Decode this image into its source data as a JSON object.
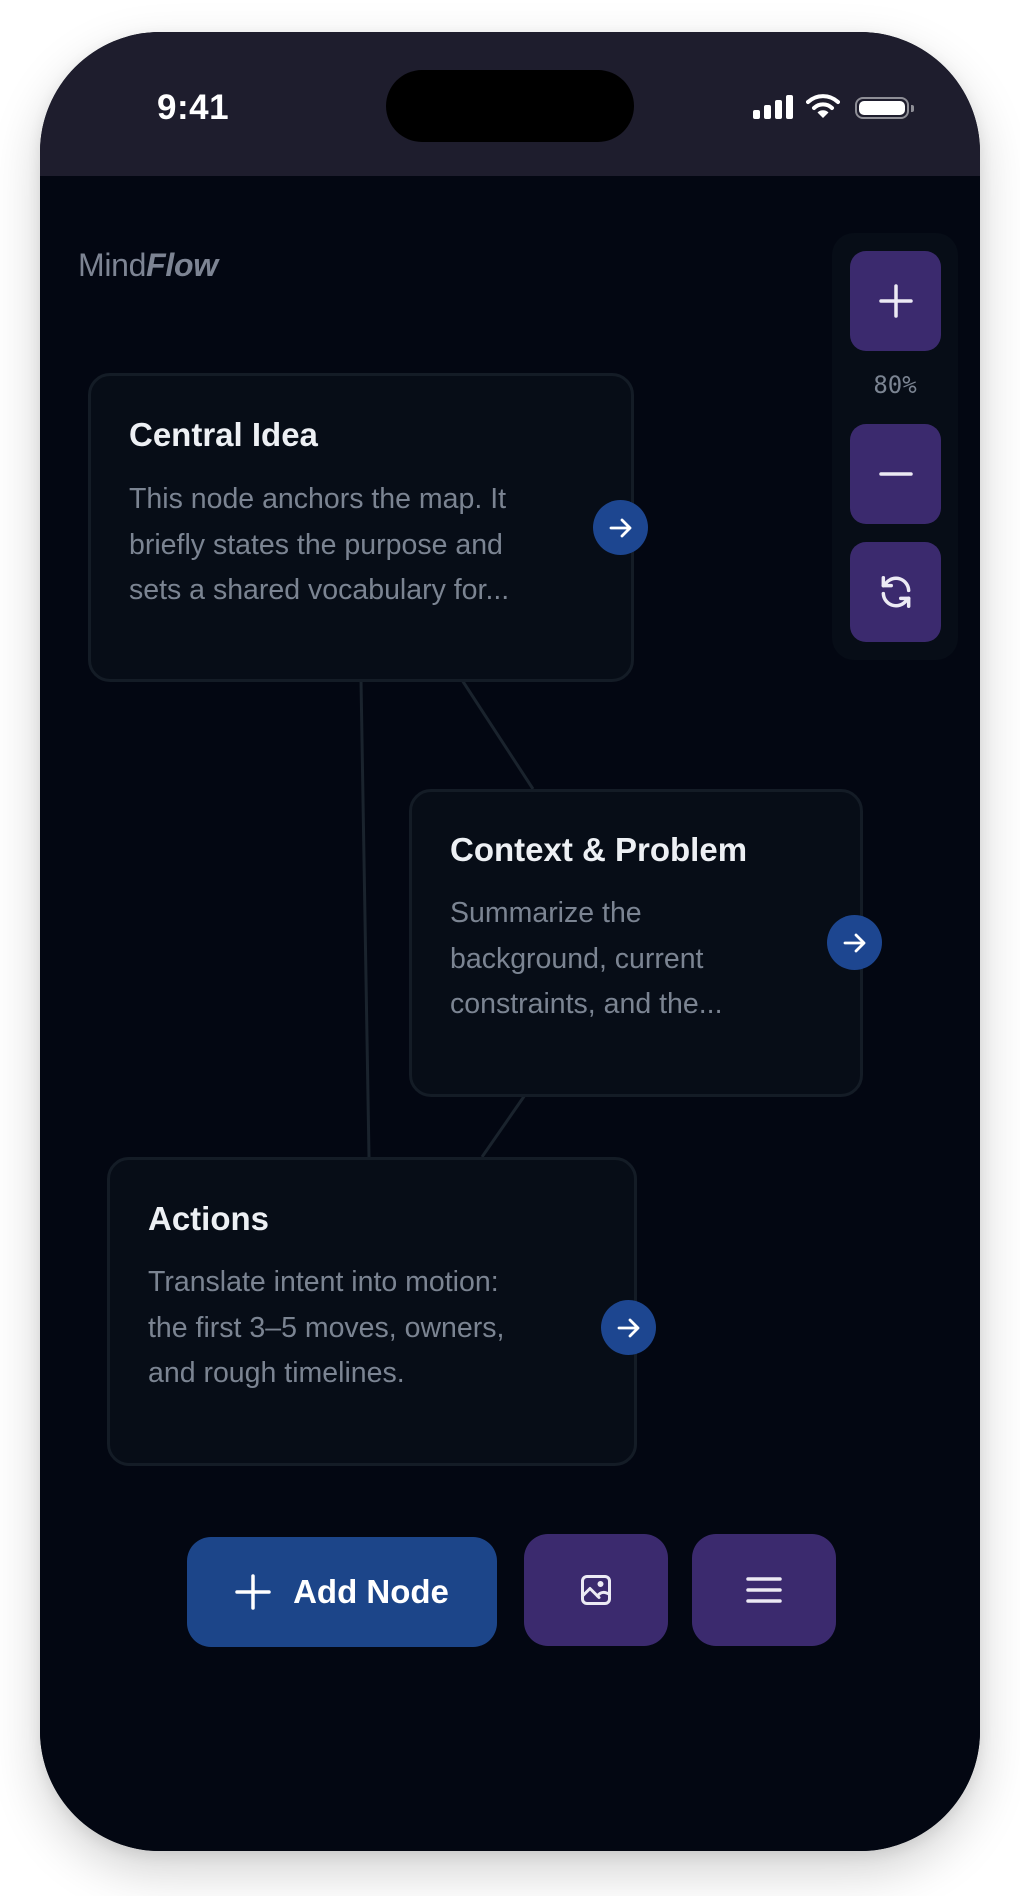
{
  "status_bar": {
    "time": "9:41",
    "icons": [
      "cellular-signal-icon",
      "wifi-icon",
      "battery-icon"
    ]
  },
  "app": {
    "logo_regular": "Mind",
    "logo_italic": "Flow"
  },
  "zoom_controls": {
    "zoom_in_icon": "plus-icon",
    "zoom_level": "80%",
    "zoom_out_icon": "minus-icon",
    "reset_icon": "refresh-icon"
  },
  "nodes": [
    {
      "title": "Central Idea",
      "body_lines": [
        "This node anchors the map. It",
        "briefly states the purpose and",
        "sets a shared vocabulary for..."
      ],
      "action_icon": "arrow-right-icon"
    },
    {
      "title": "Context & Problem",
      "body_lines": [
        "Summarize the",
        "background, current",
        "constraints, and the..."
      ],
      "action_icon": "arrow-right-icon"
    },
    {
      "title": "Actions",
      "body_lines": [
        "Translate intent into motion:",
        "the first 3–5 moves, owners,",
        "and rough timelines."
      ],
      "action_icon": "arrow-right-icon"
    }
  ],
  "connections": [
    {
      "from": "Central Idea",
      "to": "Context & Problem"
    },
    {
      "from": "Central Idea",
      "to": "Actions"
    },
    {
      "from": "Context & Problem",
      "to": "Actions"
    }
  ],
  "toolbar": {
    "add_node_label": "Add Node",
    "add_node_icon": "plus-icon",
    "image_button_icon": "image-icon",
    "menu_button_icon": "hamburger-menu-icon"
  },
  "colors": {
    "canvas_bg": "#030712",
    "status_bar_bg": "#1e1d2d",
    "node_bg": "#070d17",
    "node_border": "#141c26",
    "primary_blue": "#1c4589",
    "arrow_blue": "#1d4690",
    "accent_purple": "#3b2a6e",
    "connector": "#1a232d",
    "title_text": "#edf0f4",
    "body_text": "#7b8492"
  }
}
